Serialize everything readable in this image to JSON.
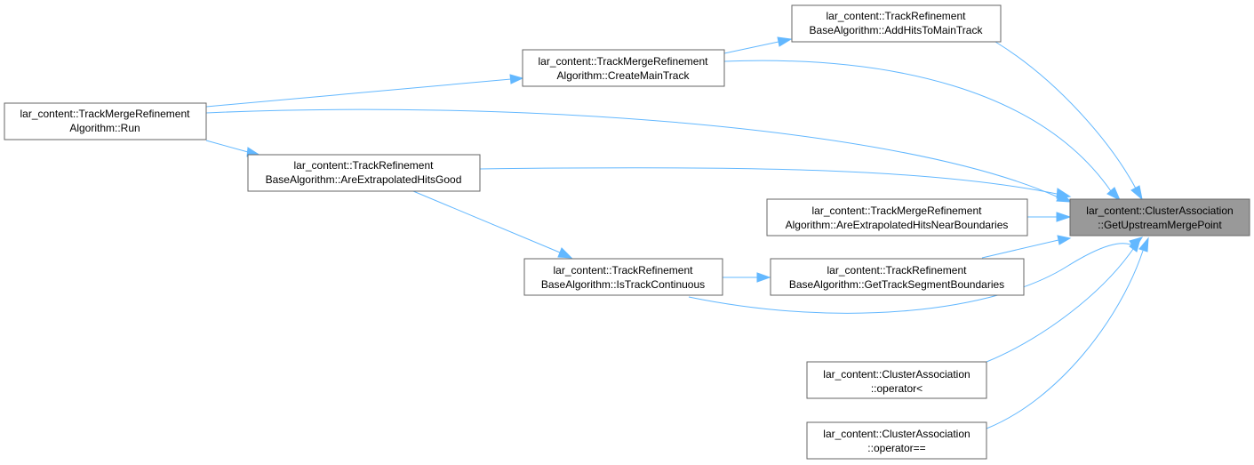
{
  "nodes": {
    "run": {
      "lines": [
        "lar_content::TrackMergeRefinement",
        "Algorithm::Run"
      ]
    },
    "create_main_track": {
      "lines": [
        "lar_content::TrackMergeRefinement",
        "Algorithm::CreateMainTrack"
      ]
    },
    "add_hits_to_main_track": {
      "lines": [
        "lar_content::TrackRefinement",
        "BaseAlgorithm::AddHitsToMainTrack"
      ]
    },
    "are_extrapolated_hits_good": {
      "lines": [
        "lar_content::TrackRefinement",
        "BaseAlgorithm::AreExtrapolatedHitsGood"
      ]
    },
    "are_extrapolated_hits_near_boundaries": {
      "lines": [
        "lar_content::TrackMergeRefinement",
        "Algorithm::AreExtrapolatedHitsNearBoundaries"
      ]
    },
    "is_track_continuous": {
      "lines": [
        "lar_content::TrackRefinement",
        "BaseAlgorithm::IsTrackContinuous"
      ]
    },
    "get_track_segment_boundaries": {
      "lines": [
        "lar_content::TrackRefinement",
        "BaseAlgorithm::GetTrackSegmentBoundaries"
      ]
    },
    "operator_less": {
      "lines": [
        "lar_content::ClusterAssociation",
        "::operator<"
      ]
    },
    "operator_equal": {
      "lines": [
        "lar_content::ClusterAssociation",
        "::operator=="
      ]
    },
    "get_upstream_merge_point": {
      "lines": [
        "lar_content::ClusterAssociation",
        "::GetUpstreamMergePoint"
      ]
    }
  },
  "edges": [
    {
      "from": "run",
      "to": "create_main_track"
    },
    {
      "from": "run",
      "to": "are_extrapolated_hits_good"
    },
    {
      "from": "run",
      "to": "get_upstream_merge_point"
    },
    {
      "from": "create_main_track",
      "to": "add_hits_to_main_track"
    },
    {
      "from": "create_main_track",
      "to": "get_upstream_merge_point"
    },
    {
      "from": "add_hits_to_main_track",
      "to": "get_upstream_merge_point"
    },
    {
      "from": "are_extrapolated_hits_good",
      "to": "is_track_continuous"
    },
    {
      "from": "are_extrapolated_hits_good",
      "to": "get_upstream_merge_point"
    },
    {
      "from": "are_extrapolated_hits_near_boundaries",
      "to": "get_upstream_merge_point"
    },
    {
      "from": "is_track_continuous",
      "to": "get_track_segment_boundaries"
    },
    {
      "from": "is_track_continuous",
      "to": "get_upstream_merge_point"
    },
    {
      "from": "get_track_segment_boundaries",
      "to": "get_upstream_merge_point"
    },
    {
      "from": "operator_less",
      "to": "get_upstream_merge_point"
    },
    {
      "from": "operator_equal",
      "to": "get_upstream_merge_point"
    }
  ],
  "colors": {
    "edge": "#63b8ff",
    "node_border": "#666666",
    "highlight_fill": "#999999"
  }
}
